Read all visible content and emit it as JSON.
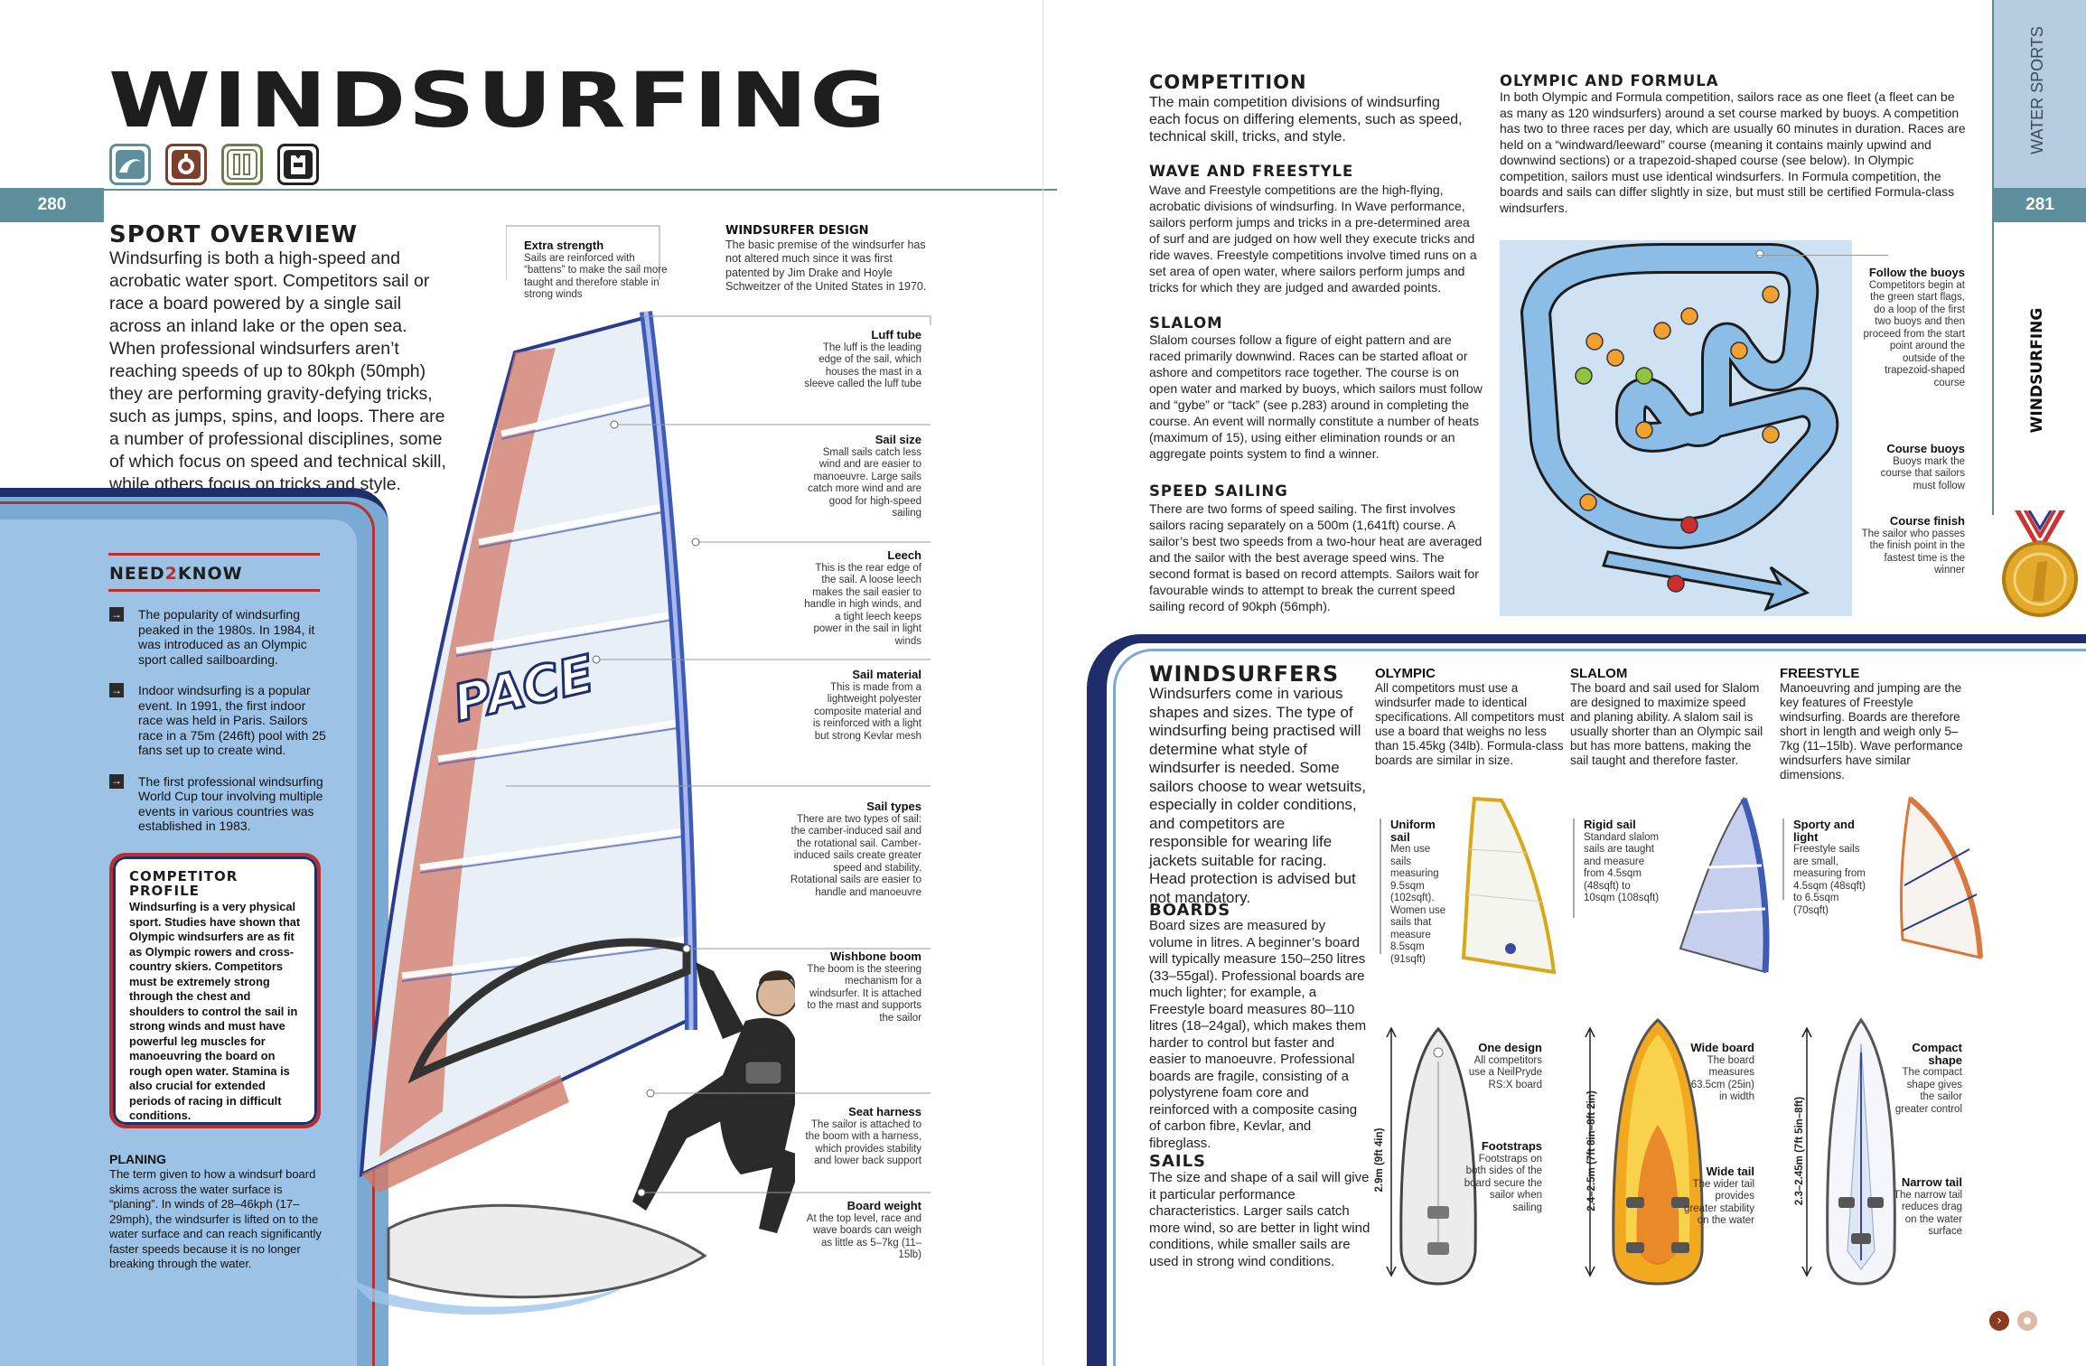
{
  "page": {
    "title": "WINDSURFING",
    "left_page_number": "280",
    "right_page_number": "281",
    "tab_category": "WATER SPORTS",
    "tab_sport": "WINDSURFING"
  },
  "overview": {
    "heading": "SPORT OVERVIEW",
    "text": "Windsurfing is both a high-speed and acrobatic water sport. Competitors sail or race a board powered by a single sail across an inland lake or the open sea. When professional windsurfers aren’t reaching speeds of up to 80kph (50mph) they are performing gravity-defying tricks, such as jumps, spins, and loops. There are a number of professional disciplines, some of which focus on speed and technical skill, while others focus on tricks and style."
  },
  "need2know": {
    "heading_a": "NEED",
    "heading_b": "2",
    "heading_c": "KNOW",
    "items": [
      "The popularity of windsurfing peaked in the 1980s. In 1984, it was introduced as an Olympic sport called sailboarding.",
      "Indoor windsurfing is a popular event. In 1991, the first indoor race was held in Paris. Sailors race in a 75m (246ft) pool with 25 fans set up to create wind.",
      "The first professional windsurfing World Cup tour involving multiple events in various countries was established in 1983."
    ]
  },
  "competitor_profile": {
    "heading": "COMPETITOR PROFILE",
    "text": "Windsurfing is a very physical sport. Studies have shown that Olympic windsurfers are as fit as Olympic rowers and cross-country skiers. Competitors must be extremely strong through the chest and shoulders to control the sail in strong winds and must have powerful leg muscles for manoeuvring the board on rough open water. Stamina is also crucial for extended periods of racing in difficult conditions."
  },
  "planing": {
    "heading": "PLANING",
    "text": "The term given to how a windsurf board skims across the water surface is “planing”. In winds of 28–46kph (17–29mph), the windsurfer is lifted on to the water surface and can reach significantly faster speeds because it is no longer breaking through the water."
  },
  "sail_brand": "PACE",
  "annotations": {
    "extra_strength": {
      "title": "Extra strength",
      "text": "Sails are reinforced with “battens” to make the sail more taught and therefore stable in strong winds"
    },
    "design": {
      "title": "WINDSURFER DESIGN",
      "text": "The basic premise of the windsurfer has not altered much since it was first patented by Jim Drake and Hoyle Schweitzer of the United States in 1970."
    },
    "luff_tube": {
      "title": "Luff tube",
      "text": "The luff is the leading edge of the sail, which houses the mast in a sleeve called the luff tube"
    },
    "sail_size": {
      "title": "Sail size",
      "text": "Small sails catch less wind and are easier to manoeuvre. Large sails catch more wind and are good for high-speed sailing"
    },
    "leech": {
      "title": "Leech",
      "text": "This is the rear edge of the sail. A loose leech makes the sail easier to handle in high winds, and a tight leech keeps power in the sail in light winds"
    },
    "sail_material": {
      "title": "Sail material",
      "text": "This is made from a lightweight polyester composite material and is reinforced with a light but strong Kevlar mesh"
    },
    "sail_types": {
      "title": "Sail types",
      "text": "There are two types of sail: the camber-induced sail and the rotational sail. Camber-induced sails create greater speed and stability. Rotational sails are easier to handle and manoeuvre"
    },
    "wishbone": {
      "title": "Wishbone boom",
      "text": "The boom is the steering mechanism for a windsurfer. It is attached to the mast and supports the sailor"
    },
    "harness": {
      "title": "Seat harness",
      "text": "The sailor is attached to the boom with a harness, which provides stability and lower back support"
    },
    "board_weight": {
      "title": "Board weight",
      "text": "At the top level, race and wave boards can weigh as little as 5–7kg (11–15lb)"
    }
  },
  "competition": {
    "heading": "COMPETITION",
    "text": "The main competition divisions of windsurfing each focus on differing elements, such as speed, technical skill, tricks, and style."
  },
  "wave_freestyle": {
    "heading": "WAVE AND FREESTYLE",
    "text": "Wave and Freestyle competitions are the high-flying, acrobatic divisions of windsurfing. In Wave performance, sailors perform jumps and tricks in a pre-determined area of surf and are judged on how well they execute tricks and ride waves. Freestyle competitions involve timed runs on a set area of open water, where sailors perform jumps and tricks for which they are judged and awarded points."
  },
  "slalom": {
    "heading": "SLALOM",
    "text": "Slalom courses follow a figure of eight pattern and are raced primarily downwind. Races can be started afloat or ashore and competitors race together. The course is on open water and marked by buoys, which sailors must follow and “gybe” or “tack” (see p.283) around in completing the course. An event will normally constitute a number of heats (maximum of 15), using either elimination rounds or an aggregate points system to find a winner."
  },
  "speed_sailing": {
    "heading": "SPEED SAILING",
    "text": "There are two forms of speed sailing. The first involves sailors racing separately on a 500m (1,641ft) course. A sailor’s best two speeds from a two-hour heat are averaged and the sailor with the best average speed wins. The second format is based on record attempts. Sailors wait for favourable winds to attempt to break the current speed sailing record of 90kph (56mph)."
  },
  "olympic_formula": {
    "heading": "OLYMPIC AND FORMULA",
    "text": "In both Olympic and Formula competition, sailors race as one fleet (a fleet can be as many as 120 windsurfers) around a set course marked by buoys. A competition has two to three races per day, which are usually 60 minutes in duration. Races are held on a “windward/leeward” course (meaning it contains mainly upwind and downwind sections) or a trapezoid-shaped course (see below). In Olympic competition, sailors must use identical windsurfers. In Formula competition, the boards and sails can differ slightly in size, but must still be certified Formula-class windsurfers."
  },
  "course_labels": {
    "follow": {
      "title": "Follow the buoys",
      "text": "Competitors begin at the green start flags, do a loop of the first two buoys and then proceed from the start point around the outside of the trapezoid-shaped course"
    },
    "buoys": {
      "title": "Course buoys",
      "text": "Buoys mark the course that sailors must follow"
    },
    "finish": {
      "title": "Course finish",
      "text": "The sailor who passes the finish point in the fastest time is the winner"
    }
  },
  "windsurfers": {
    "heading": "WINDSURFERS",
    "text": "Windsurfers come in various shapes and sizes. The type of windsurfing being practised will determine what style of windsurfer is needed. Some sailors choose to wear wetsuits, especially in colder conditions, and competitors are responsible for wearing life jackets suitable for racing. Head protection is advised but not mandatory."
  },
  "boards": {
    "heading": "BOARDS",
    "text": "Board sizes are measured by volume in litres. A beginner’s board will typically measure 150–250 litres (33–55gal). Professional boards are much lighter; for example, a Freestyle board measures 80–110 litres (18–24gal), which makes them harder to control but faster and easier to manoeuvre. Professional boards are fragile, consisting of a polystyrene foam core and reinforced with a composite casing of carbon fibre, Kevlar, and fibreglass."
  },
  "sails": {
    "heading": "SAILS",
    "text": "The size and shape of a sail will give it particular performance characteristics. Larger sails catch more wind, so are better in light wind conditions, while smaller sails are used in strong wind conditions."
  },
  "types": [
    {
      "heading": "OLYMPIC",
      "text": "All competitors must use a windsurfer made to identical specifications. All competitors must use a board that weighs no less than 15.45kg (34lb). Formula-class boards are similar in size.",
      "sail_title": "Uniform sail",
      "sail_text": "Men use sails measuring 9.5sqm (102sqft). Women use sails that measure 8.5sqm (91sqft)",
      "dimension": "2.9m (9ft 4in)",
      "board_title_1": "One design",
      "board_text_1": "All competitors use a NeilPryde RS:X board",
      "board_title_2": "Footstraps",
      "board_text_2": "Footstraps on both sides of the board secure the sailor when sailing",
      "sail_color": "#e8c02a",
      "board_color": "#e8e8e8"
    },
    {
      "heading": "SLALOM",
      "text": "The board and sail used for Slalom are designed to maximize speed and planing ability. A slalom sail is usually shorter than an Olympic sail but has more battens, making the sail taught and therefore faster.",
      "sail_title": "Rigid sail",
      "sail_text": "Standard slalom sails are taught and measure from 4.5sqm (48sqft) to 10sqm (108sqft)",
      "dimension": "2.4–2.5m (7ft 8in–8ft 2in)",
      "board_title_1": "Wide board",
      "board_text_1": "The board measures 63.5cm (25in) in width",
      "board_title_2": "Wide tail",
      "board_text_2": "The wider tail provides greater stability on the water",
      "sail_color": "#7a88c8",
      "board_color": "#f2a81f"
    },
    {
      "heading": "FREESTYLE",
      "text": "Manoeuvring and jumping are the key features of Freestyle windsurfing. Boards are therefore short in length and weigh only 5–7kg (11–15lb). Wave performance windsurfers have similar dimensions.",
      "sail_title": "Sporty and light",
      "sail_text": "Freestyle sails are small, measuring from 4.5sqm (48sqft) to 6.5sqm (70sqft)",
      "dimension": "2.3–2.45m (7ft 5in–8ft)",
      "board_title_1": "Compact shape",
      "board_text_1": "The compact shape gives the sailor greater control",
      "board_title_2": "Narrow tail",
      "board_text_2": "The narrow tail reduces drag on the water surface",
      "sail_color": "#d9783a",
      "board_color": "#dfe6f4"
    }
  ],
  "colors": {
    "accent_teal": "#5d8f9c",
    "panel_blue": "#7aaad4",
    "navy": "#1f2d6b",
    "red_stripe": "#b8302e",
    "course_blue": "#8cbde6",
    "tab_blue": "#b4cbe0"
  },
  "icons": [
    "wave-icon",
    "stopwatch-icon",
    "board-icon",
    "vest-icon",
    "medal-icon",
    "next-arrow-icon"
  ]
}
